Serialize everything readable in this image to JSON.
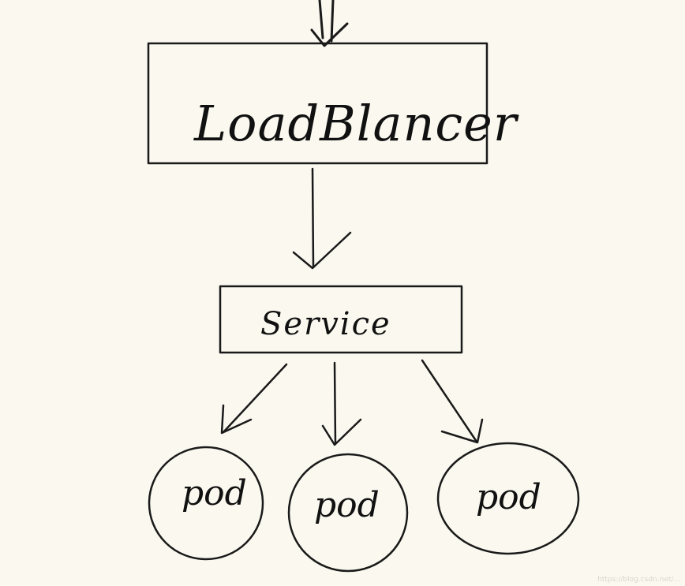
{
  "diagram": {
    "load_balancer_label": "LoadBlancer",
    "service_label": "Service",
    "pods": [
      {
        "label": "pod"
      },
      {
        "label": "pod"
      },
      {
        "label": "pod"
      }
    ]
  },
  "colors": {
    "background": "#fbf9ef",
    "ink": "#1a1a1a"
  },
  "watermark": {
    "text": "https://blog.csdn.net/..."
  }
}
